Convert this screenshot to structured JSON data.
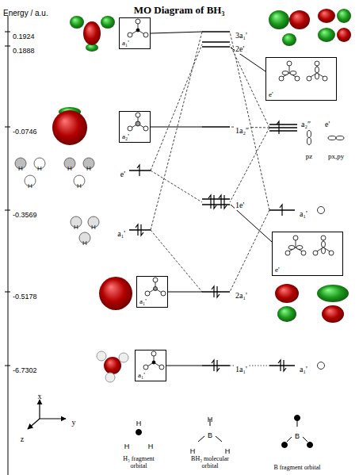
{
  "diagram": {
    "title": "MO Diagram of BH₃",
    "nodes": [
      {
        "text": [
          "a₁'"
        ]
      },
      {
        "text": [
          "e'"
        ]
      },
      {
        "text": [
          "a₂'"
        ]
      },
      {
        "text": [
          "e'"
        ]
      },
      {
        "text": [
          "a₁'"
        ]
      },
      {
        "text": [
          "a₁'"
        ]
      }
    ],
    "labels": [
      "Energy / a.u.",
      "0.1924",
      "3a₁'",
      "0.1888",
      "2e'",
      "-0.0746",
      "1a₂″",
      "a₂″",
      "e'",
      "pz",
      "px,py",
      "e'",
      "H",
      "H",
      "H",
      "H",
      "H",
      "H",
      "-0.3569",
      "1e'",
      "a₁'",
      "H",
      "H",
      "H",
      "a₁'",
      "-0.5178",
      "2a₁'",
      "-6.7302",
      "1a₁'",
      "a₁'",
      "x",
      "y",
      "z",
      "H",
      "H",
      "H",
      "H",
      "H",
      "H",
      "B",
      "B",
      "H₃ fragment orbital",
      "BH₃ molecular orbital",
      "B fragment orbital"
    ]
  }
}
